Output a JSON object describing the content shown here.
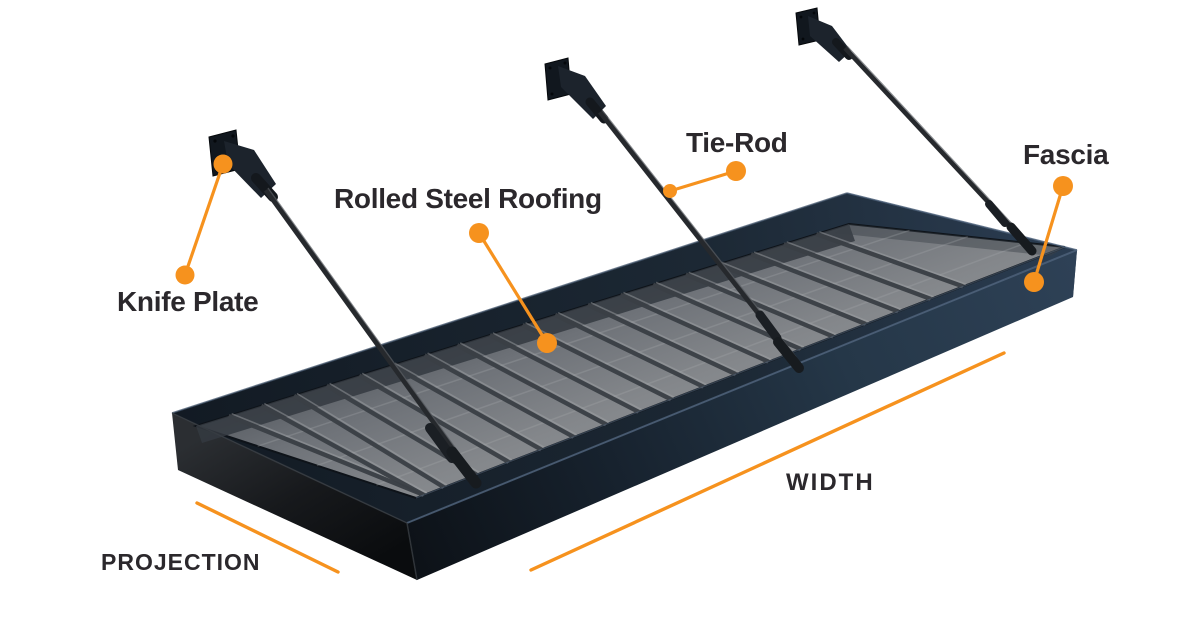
{
  "diagram": {
    "labels": {
      "knife_plate": "Knife Plate",
      "rolled_steel_roofing": "Rolled Steel Roofing",
      "tie_rod": "Tie-Rod",
      "fascia": "Fascia"
    },
    "dimensions": {
      "width": "WIDTH",
      "projection": "PROJECTION"
    },
    "colors": {
      "background": "#ffffff",
      "text": "#2B282C",
      "accent_orange": "#F6921E",
      "fascia_navy": "#2C3E50",
      "frame_dark": "#151D27",
      "deck_gray": "#84878B",
      "rod_dark": "#26292D"
    }
  }
}
